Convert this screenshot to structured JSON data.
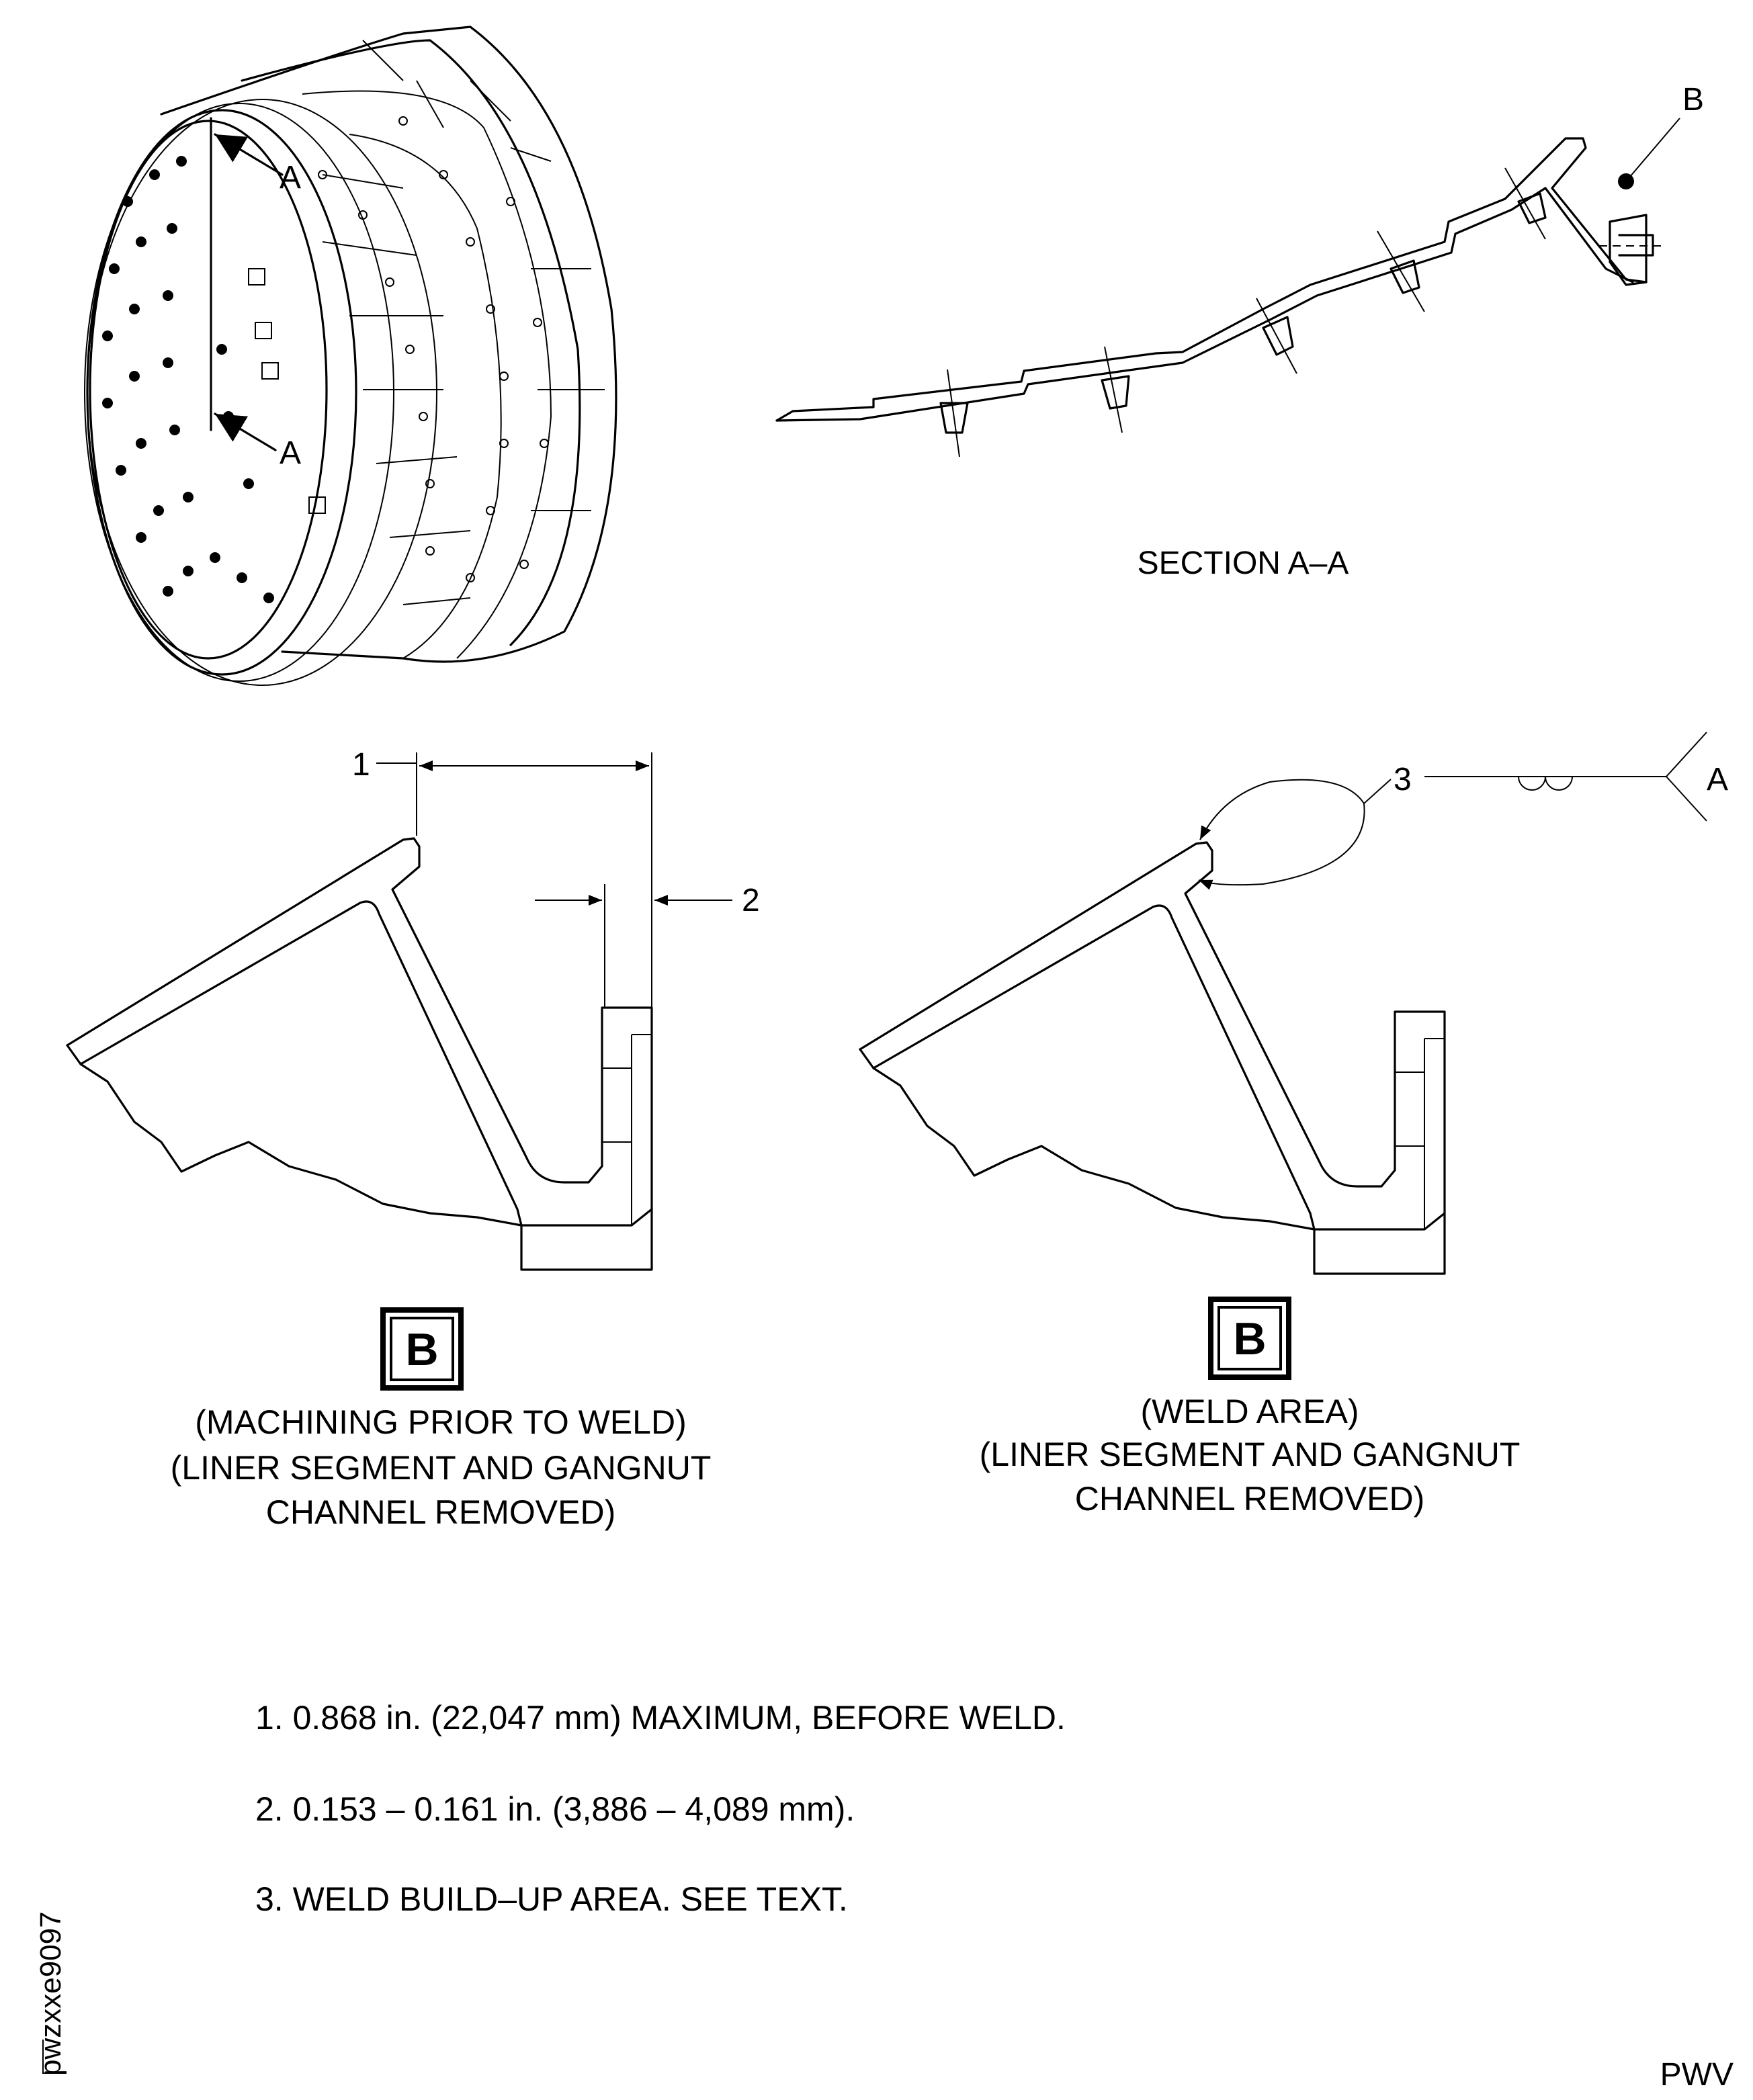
{
  "isometric_view": {
    "section_marker_top": "A",
    "section_marker_bottom": "A"
  },
  "section_view": {
    "title": "SECTION A–A",
    "detail_callout": "B"
  },
  "detail_left": {
    "badge": "B",
    "caption_lines": [
      "(MACHINING PRIOR TO WELD)",
      "(LINER SEGMENT AND GANGNUT",
      "CHANNEL REMOVED)"
    ],
    "callout_1": "1",
    "callout_2": "2"
  },
  "detail_right": {
    "badge": "B",
    "caption_lines": [
      "(WELD AREA)",
      "(LINER SEGMENT AND GANGNUT",
      "CHANNEL REMOVED)"
    ],
    "callout_3": "3",
    "weld_symbol_tail": "A"
  },
  "notes": [
    "1.  0.868 in. (22,047 mm) MAXIMUM, BEFORE WELD.",
    "2.  0.153 – 0.161 in. (3,886 – 4,089 mm).",
    "3.  WELD BUILD–UP AREA. SEE TEXT."
  ],
  "figure_id": "pwzxxe9097",
  "footer_code": "PWV"
}
